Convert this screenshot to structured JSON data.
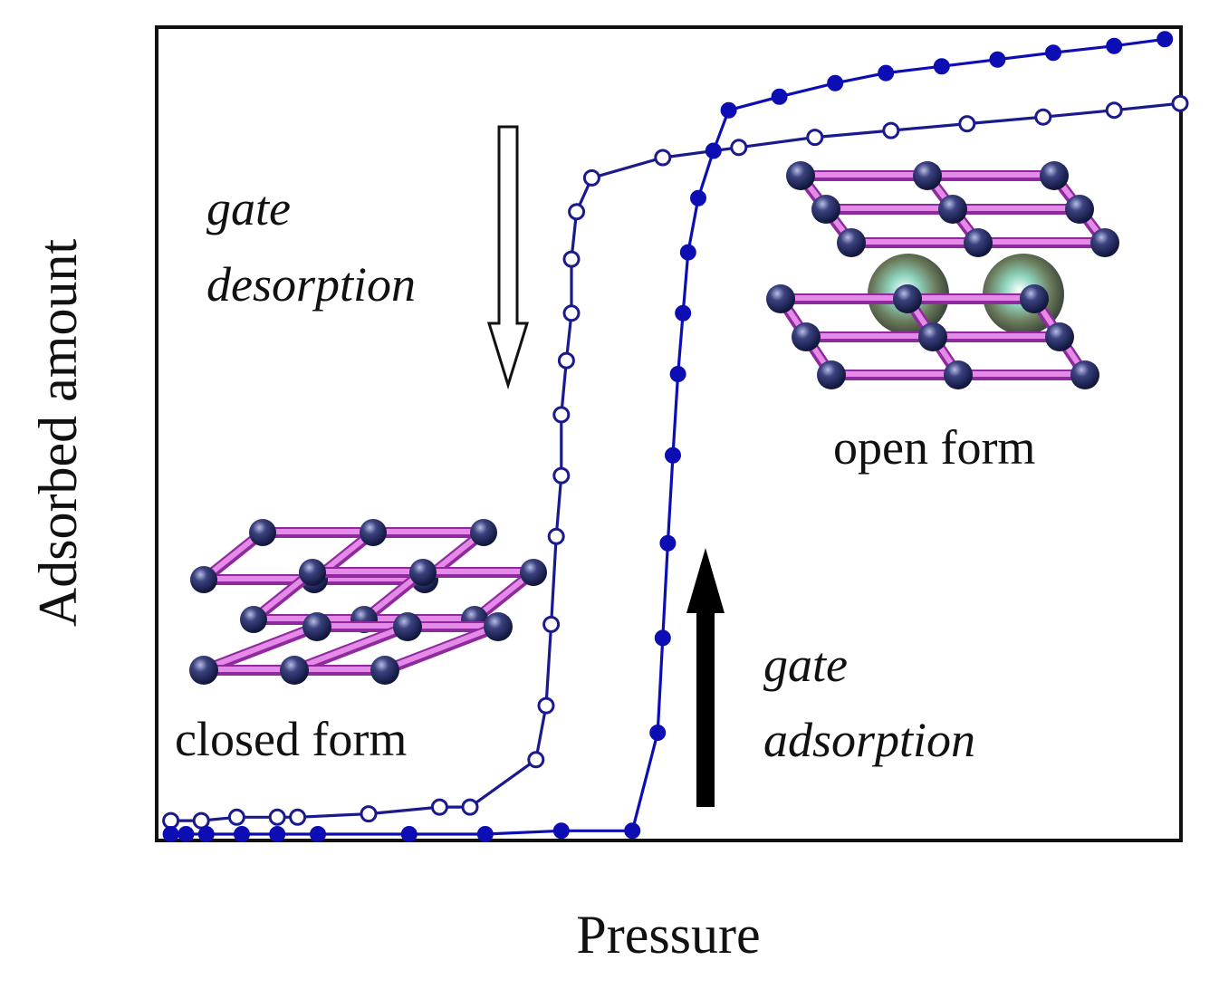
{
  "chart_data": {
    "type": "line",
    "title": "",
    "xlabel": "Pressure",
    "ylabel": "Adsorbed amount",
    "xlim": [
      0,
      100
    ],
    "ylim": [
      0,
      100
    ],
    "axis_ticks": "none",
    "grid": false,
    "legend": "none",
    "series": [
      {
        "marker": "open-circle",
        "color": "#1a1a8c",
        "x": [
          0.5,
          3.5,
          7,
          11,
          13,
          20,
          27,
          30,
          36.5,
          37.5,
          38,
          38.5,
          39,
          39,
          39.5,
          40,
          40,
          40.5,
          42,
          49,
          56.5,
          64,
          71.5,
          79,
          86.5,
          93.5,
          100
        ],
        "y": [
          2,
          2,
          2.5,
          2.5,
          2.5,
          3,
          4,
          4,
          11,
          19,
          31,
          44,
          53,
          62,
          70,
          77,
          85,
          92,
          97,
          100,
          101.5,
          103,
          104,
          105,
          106,
          107,
          108
        ]
      },
      {
        "marker": "filled-circle",
        "color": "#0d0db4",
        "x": [
          0.5,
          2,
          4,
          7.5,
          11,
          15,
          24,
          31.5,
          39,
          46,
          48.5,
          49,
          49.5,
          50,
          50.5,
          51,
          51.5,
          52.5,
          54,
          55.5,
          60.5,
          66,
          71,
          76.5,
          82,
          87.5,
          93.5,
          98.5
        ],
        "y": [
          0,
          0,
          0,
          0,
          0,
          0,
          0,
          0,
          0.5,
          0.5,
          15,
          29,
          43,
          56,
          68,
          77,
          86,
          94,
          101,
          107,
          109,
          111,
          112.5,
          113.5,
          114.5,
          115.5,
          116.5,
          117.5
        ]
      }
    ],
    "annotations": {
      "desorption": [
        "gate",
        "desorption"
      ],
      "adsorption": [
        "gate",
        "adsorption"
      ],
      "closed_form": "closed form",
      "open_form": "open form"
    }
  }
}
